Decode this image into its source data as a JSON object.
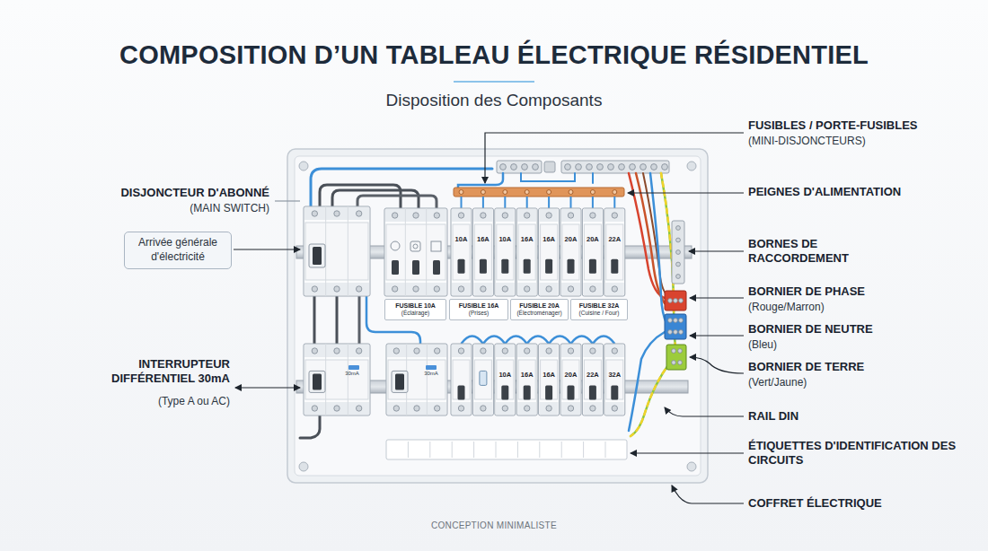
{
  "diagram": {
    "title": "COMPOSITION D’UN TABLEAU ÉLECTRIQUE RÉSIDENTIEL",
    "nodes": [
      {
        "text": [
          "Arrivée générale d'électricité"
        ]
      },
      {
        "text": [
          "FUSIBLE 10A",
          "(Éclairage)"
        ]
      },
      {
        "text": [
          "FUSIBLE 16A",
          "(Prises)"
        ]
      },
      {
        "text": [
          "FUSIBLE 20A",
          "(Électroménager)"
        ]
      },
      {
        "text": [
          "FUSIBLE 32A",
          "(Cuisine / Four)"
        ]
      }
    ],
    "labels": [
      "Disposition des Composants",
      "DISJONCTEUR D'ABONNÉ",
      "(MAIN SWITCH)",
      "INTERRUPTEUR DIFFÉRENTIEL 30mA",
      "(Type A ou AC)",
      "FUSIBLES / PORTE-FUSIBLES",
      "(MINI-DISJONCTEURS)",
      "PEIGNES D'ALIMENTATION",
      "BORNES DE RACCORDEMENT",
      "BORNIER DE PHASE",
      "(Rouge/Marron)",
      "BORNIER DE NEUTRE",
      "(Bleu)",
      "BORNIER DE TERRE",
      "(Vert/Jaune)",
      "RAIL DIN",
      "ÉTIQUETTES D'IDENTIFICATION DES CIRCUITS",
      "COFFRET ÉLECTRIQUE",
      "CONCEPTION MINIMALISTE",
      "10A",
      "16A",
      "10A",
      "16A",
      "16A",
      "20A",
      "20A",
      "22A",
      "10A",
      "16A",
      "16A",
      "20A",
      "22A",
      "32A",
      "30mA",
      "30mA"
    ]
  }
}
